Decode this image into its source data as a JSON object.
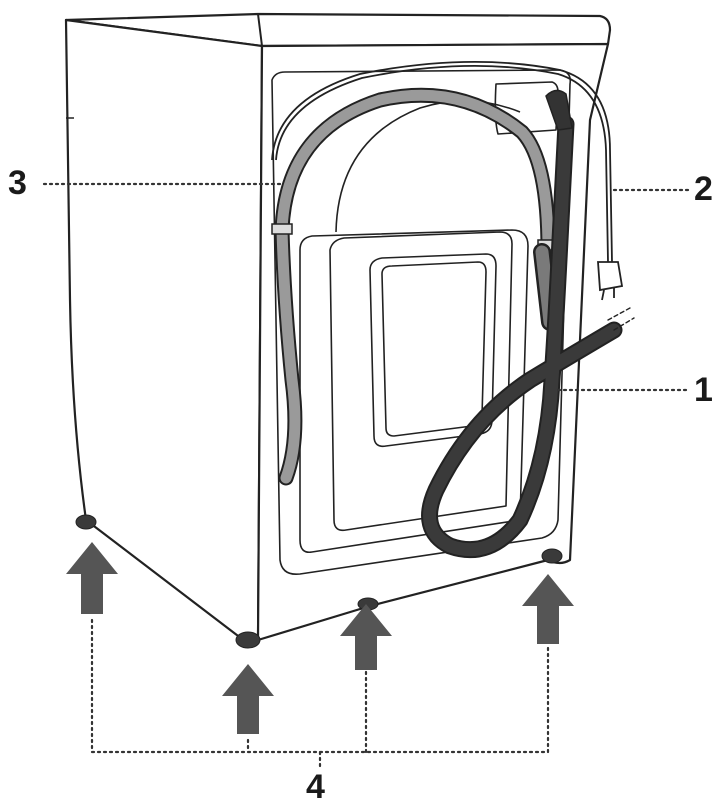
{
  "callouts": {
    "c1": "1",
    "c2": "2",
    "c3": "3",
    "c4": "4"
  },
  "colors": {
    "outline": "#222222",
    "arrow": "#555555",
    "hose_dark": "#3a3a3a",
    "hose_light": "#9a9a9a"
  }
}
